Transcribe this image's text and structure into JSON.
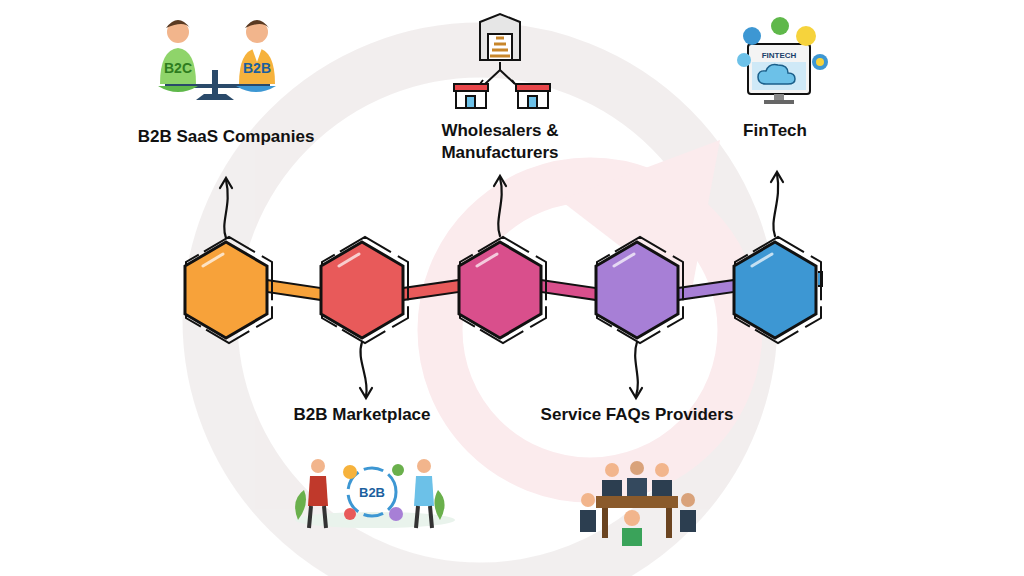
{
  "diagram": {
    "nodes": [
      {
        "text": [
          "B2B SaaS Companies"
        ]
      },
      {
        "text": [
          "B2B Marketplace"
        ]
      },
      {
        "text": [
          "Wholesalers & Manufacturers"
        ]
      },
      {
        "text": [
          "Service FAQs Providers"
        ]
      },
      {
        "text": [
          "FinTech"
        ]
      }
    ],
    "edges": [
      {
        "from": 0,
        "to": 1,
        "arrow": "none"
      },
      {
        "from": 1,
        "to": 2,
        "arrow": "none"
      },
      {
        "from": 2,
        "to": 3,
        "arrow": "none"
      },
      {
        "from": 3,
        "to": 4,
        "arrow": "none"
      }
    ],
    "labels": [
      "B2C",
      "B2B",
      "FINTECH",
      "B2B"
    ]
  }
}
